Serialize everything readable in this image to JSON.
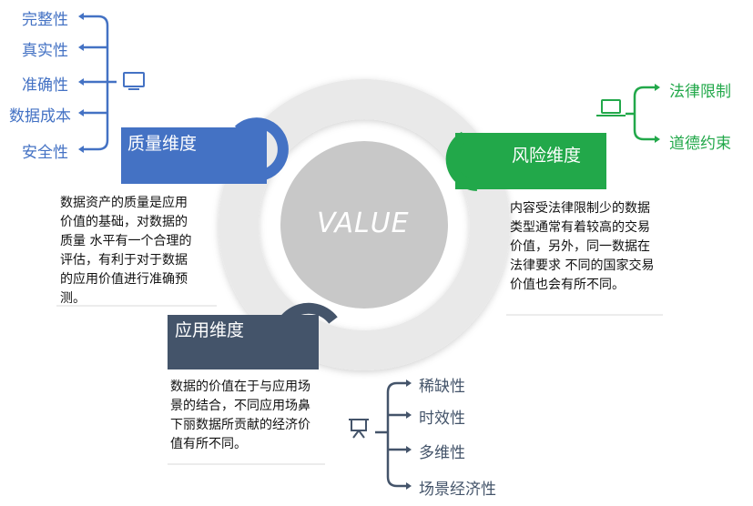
{
  "center": {
    "label": "VALUE"
  },
  "quality": {
    "title": "质量维度",
    "items": [
      "完整性",
      "真实性",
      "准确性",
      "数据成本",
      "安全性"
    ],
    "description": "数据资产的质量是应用价值的基础，对数据的质量 水平有一个合理的评估，有利于对于数据的应用价值进行准确预测。",
    "icon": "monitor-icon",
    "color": "#4472c4"
  },
  "risk": {
    "title": "风险维度",
    "items": [
      "法律限制",
      "道德约束"
    ],
    "description": " 内容受法律限制少的数据类型通常有着较高的交易价值，另外，同一数据在法律要求 不同的国家交易价值也会有所不同。",
    "icon": "laptop-icon",
    "color": "#22a84a"
  },
  "application": {
    "title": "应用维度",
    "items": [
      "稀缺性",
      "时效性",
      "多维性",
      "场景经济性"
    ],
    "description": "数据的价值在于与应用场景的结合，不同应用场鼻下丽数据所贡献的经济价值有所不同。",
    "icon": "presentation-board-icon",
    "color": "#44546a"
  }
}
